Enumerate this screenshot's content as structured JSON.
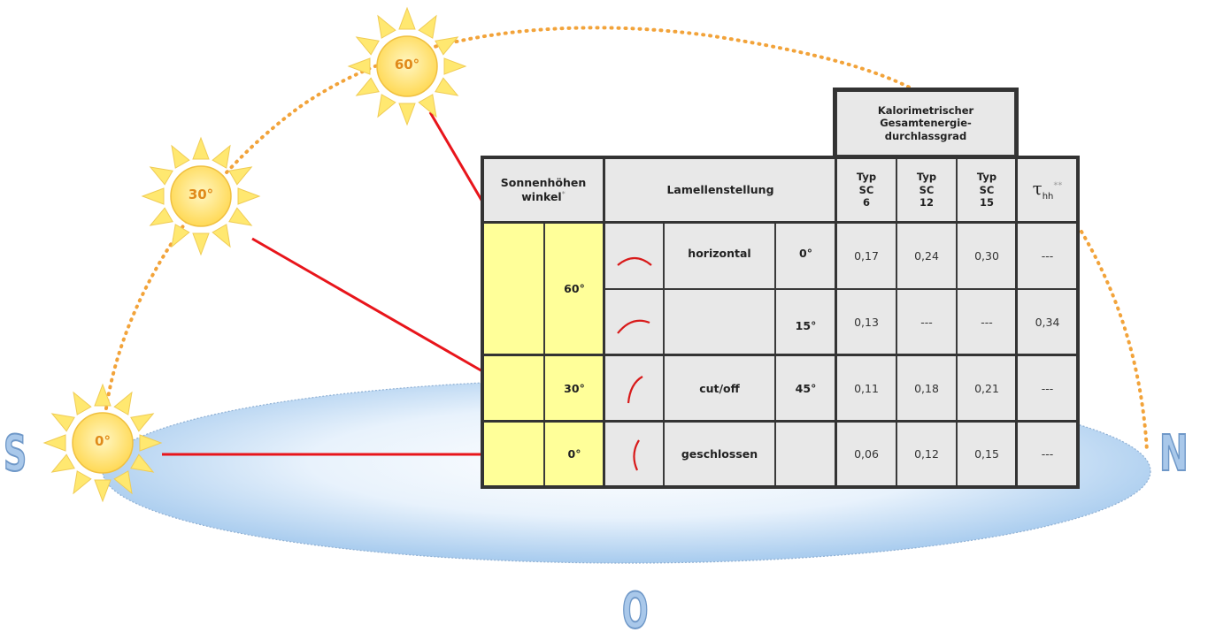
{
  "compass": {
    "south": "S",
    "north": "N",
    "east": "O"
  },
  "suns": [
    {
      "label": "60°"
    },
    {
      "label": "30°"
    },
    {
      "label": "0°"
    }
  ],
  "table": {
    "header_group": "Kalorimetrischer Gesamtenergie-durchlassgrad",
    "col_sun": "Sonnenhöhen winkel",
    "col_sun_mark": "*",
    "col_lamellen": "Lamellenstellung",
    "types": [
      {
        "line1": "Typ",
        "line2": "SC",
        "line3": "6"
      },
      {
        "line1": "Typ",
        "line2": "SC",
        "line3": "12"
      },
      {
        "line1": "Typ",
        "line2": "SC",
        "line3": "15"
      }
    ],
    "tau_symbol": "τ",
    "tau_sub": "hh",
    "tau_sup": "**",
    "rows": [
      {
        "angle": "60°",
        "position": "horizontal",
        "deg": "0°",
        "v6": "0,17",
        "v12": "0,24",
        "v15": "0,30",
        "tau": "---"
      },
      {
        "angle": "",
        "position": "",
        "deg": "15°",
        "v6": "0,13",
        "v12": "---",
        "v15": "---",
        "tau": "0,34"
      },
      {
        "angle": "30°",
        "position": "cut/off",
        "deg": "45°",
        "v6": "0,11",
        "v12": "0,18",
        "v15": "0,21",
        "tau": "---"
      },
      {
        "angle": "0°",
        "position": "geschlossen",
        "deg": "",
        "v6": "0,06",
        "v12": "0,12",
        "v15": "0,15",
        "tau": "---"
      }
    ]
  },
  "colors": {
    "sun_fill": "#ffe37a",
    "sun_ray": "#ffe870",
    "sun_text": "#e08a1a",
    "arc": "#f2a33a",
    "arrow": "#e8151b",
    "ground_edge": "#a8c8e8",
    "ground_center": "#ffffff",
    "cell": "#e8e8e8",
    "yellow_cell": "#ffff99",
    "border": "#333333",
    "slat": "#d81a1a"
  }
}
